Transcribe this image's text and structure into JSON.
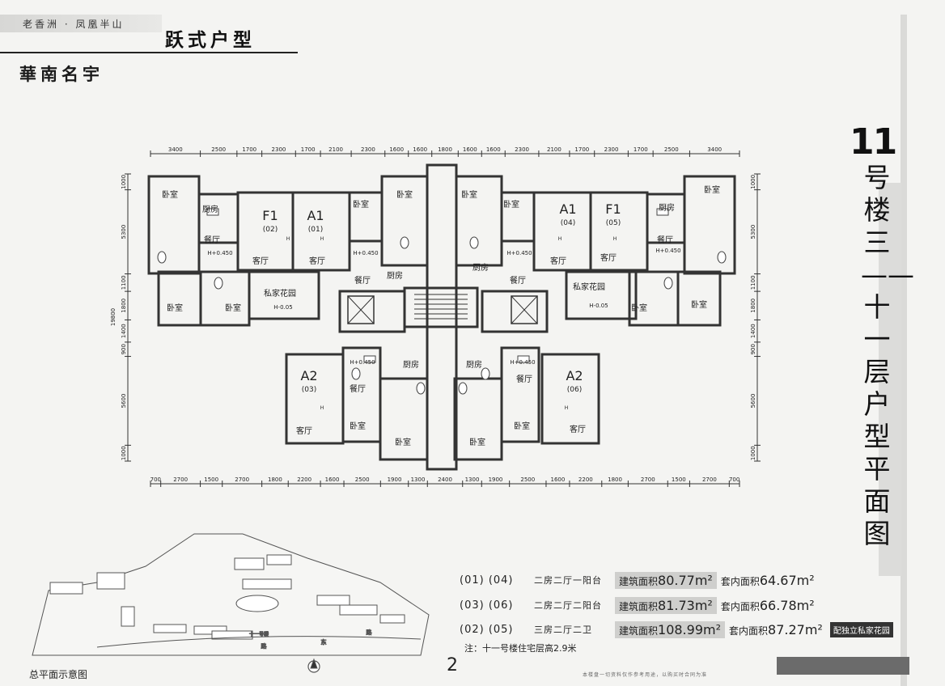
{
  "header": {
    "tagline": "老香洲 · 凤凰半山",
    "title": "跃式户型",
    "brand": "華南名宇"
  },
  "side_title": {
    "building_number": "11",
    "text": "号楼三——十一层户型平面图"
  },
  "plan": {
    "top_dims": [
      "3400",
      "2500",
      "1700",
      "2300",
      "1700",
      "2100",
      "2300",
      "1600",
      "1600",
      "1800",
      "1600",
      "1600",
      "2300",
      "2100",
      "1700",
      "2300",
      "1700",
      "2500",
      "3400"
    ],
    "bottom_dims": [
      "700",
      "2700",
      "1500",
      "2700",
      "1800",
      "2200",
      "1600",
      "2500",
      "1900",
      "1300",
      "2400",
      "1300",
      "1900",
      "2500",
      "1600",
      "2200",
      "1800",
      "2700",
      "1500",
      "2700",
      "700"
    ],
    "left_dims": [
      "1000",
      "5300",
      "1100",
      "1800",
      "1400",
      "900",
      "5600",
      "1000"
    ],
    "right_dims": [
      "1000",
      "5300",
      "1100",
      "1800",
      "1400",
      "900",
      "5600",
      "1000"
    ],
    "total_depth": "19800",
    "units": [
      {
        "code": "F1",
        "num": "(02)"
      },
      {
        "code": "A1",
        "num": "(01)"
      },
      {
        "code": "A1",
        "num": "(04)"
      },
      {
        "code": "F1",
        "num": "(05)"
      },
      {
        "code": "A2",
        "num": "(03)"
      },
      {
        "code": "A2",
        "num": "(06)"
      }
    ],
    "rooms": {
      "bedroom": "卧室",
      "kitchen": "厨房",
      "dining": "餐厅",
      "living": "客厅",
      "garden": "私家花园",
      "level_450": "H+0.450",
      "level_005": "H-0.05",
      "level_h": "H"
    }
  },
  "unit_table": [
    {
      "unit": "(01)  (04)",
      "type": "二房二厅一阳台",
      "area_label": "建筑面积",
      "area": "80.77m²",
      "inner_label": "套内面积",
      "inner": "64.67m²",
      "tag": ""
    },
    {
      "unit": "(03)  (06)",
      "type": "二房二厅二阳台",
      "area_label": "建筑面积",
      "area": "81.73m²",
      "inner_label": "套内面积",
      "inner": "66.78m²",
      "tag": ""
    },
    {
      "unit": "(02)  (05)",
      "type": "三房二厅二卫",
      "area_label": "建筑面积",
      "area": "108.99m²",
      "inner_label": "套内面积",
      "inner": "87.27m²",
      "tag": "配独立私家花园"
    }
  ],
  "note": "注：十一号楼住宅层高2.9米",
  "page_number": "2",
  "site_plan_label": "总平面示意图",
  "fine_print": "本楼盘一切资料仅作参考用途，以购买时合同为准",
  "site_plan_text": {
    "b11": "十一号楼",
    "road": "路",
    "east": "东"
  }
}
